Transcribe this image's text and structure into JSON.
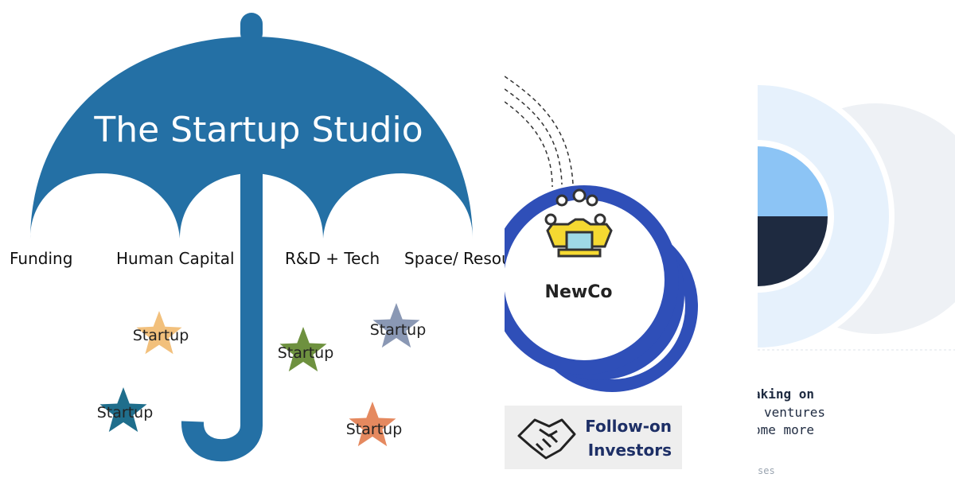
{
  "umbrella": {
    "title": "The Startup Studio",
    "pillars": [
      "Funding",
      "Human Capital",
      "R&D + Tech",
      "Space/ Resou"
    ],
    "startups": [
      {
        "label": "Startup",
        "color": "#f2c07c"
      },
      {
        "label": "Startup",
        "color": "#1f6e8c"
      },
      {
        "label": "Startup",
        "color": "#6e913f"
      },
      {
        "label": "Startup",
        "color": "#8a98b4"
      },
      {
        "label": "Startup",
        "color": "#e5895f"
      }
    ],
    "color": "#2470a5"
  },
  "newco": {
    "label": "NewCo",
    "investors_line1": "Follow-on",
    "investors_line2": "Investors",
    "ring_color": "#2f4fb8"
  },
  "third_panel": {
    "line1": "aking on",
    "line2": "ventures",
    "line3": "ome more",
    "line4": "ses"
  }
}
